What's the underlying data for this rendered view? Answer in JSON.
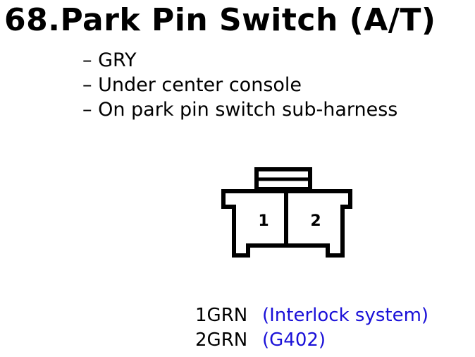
{
  "title": "68.Park Pin Switch (A/T)",
  "details": [
    "– GRY",
    "– Under center console",
    "– On park pin switch sub-harness"
  ],
  "connector": {
    "terminals": [
      "1",
      "2"
    ],
    "line_color": "#000000"
  },
  "pins": [
    {
      "number": "1",
      "color": "GRN",
      "description": "(Interlock system)"
    },
    {
      "number": "2",
      "color": "GRN",
      "description": "(G402)"
    }
  ],
  "colors": {
    "description_text": "#1a10d8"
  }
}
